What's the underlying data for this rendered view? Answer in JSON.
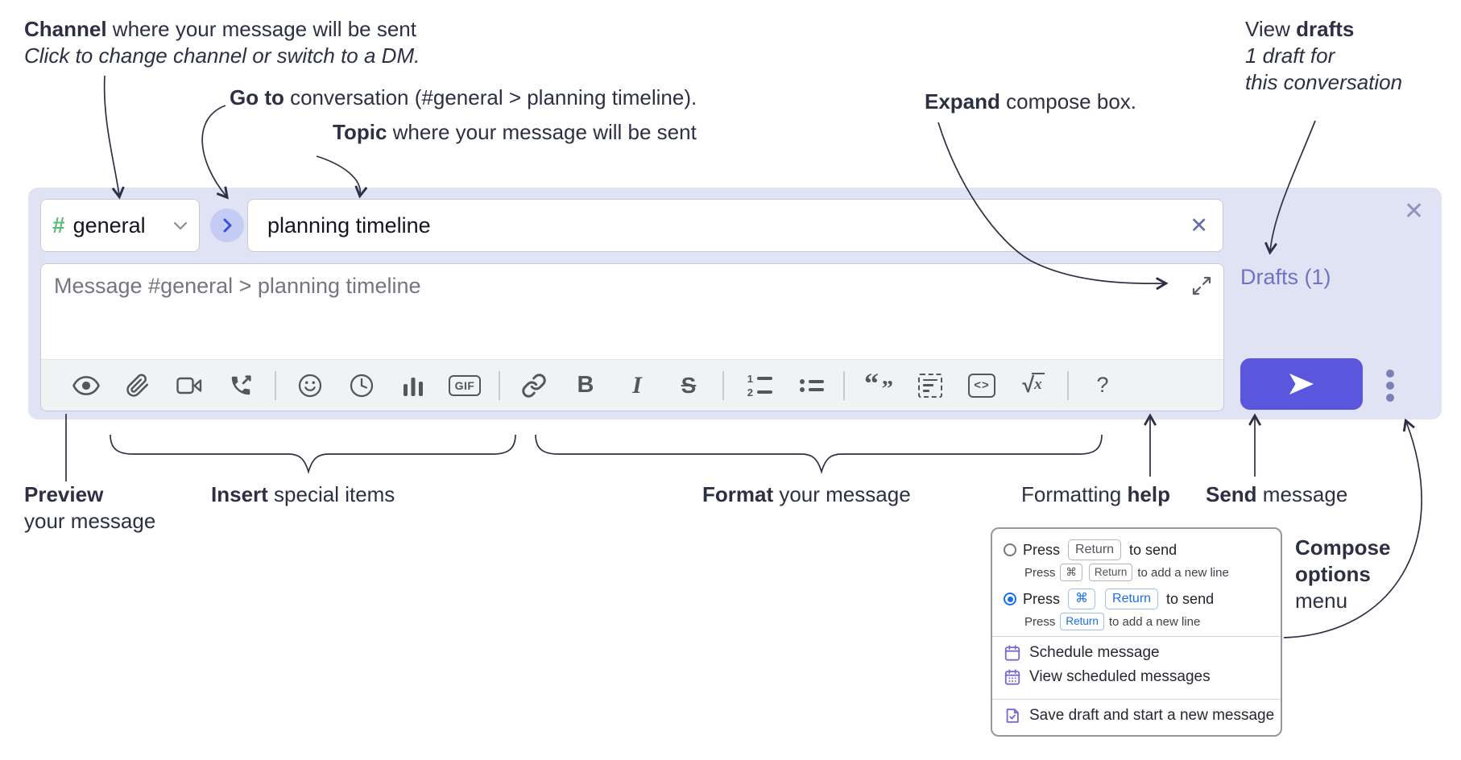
{
  "annotations": {
    "channel": {
      "bold": "Channel",
      "rest": " where your message will be sent",
      "line2": "Click to change channel or switch to a DM."
    },
    "goto": {
      "bold": "Go to",
      "rest": " conversation (#general > planning timeline)."
    },
    "topic": {
      "bold": "Topic",
      "rest": " where your message will be sent"
    },
    "expand": {
      "bold": "Expand",
      "rest": " compose box."
    },
    "view_drafts": {
      "pre": "View ",
      "bold": "drafts",
      "line2": "1 draft for",
      "line3": "this conversation"
    },
    "preview": {
      "bold": "Preview",
      "line2": "your message"
    },
    "insert": {
      "bold": "Insert",
      "rest": " special items"
    },
    "format": {
      "bold": "Format",
      "rest": " your message"
    },
    "formatting_help": {
      "pre": "Formatting ",
      "bold": "help"
    },
    "send": {
      "bold": "Send",
      "rest": " message"
    },
    "compose_options": {
      "line1": "Compose",
      "line2": "options",
      "line3": "menu"
    }
  },
  "compose": {
    "channel_selector": {
      "hash": "#",
      "name": "general"
    },
    "topic_input": {
      "value": "planning timeline"
    },
    "message_input": {
      "placeholder": "Message #general > planning timeline"
    },
    "drafts_link": "Drafts (1)",
    "close_glyph": "✕",
    "clear_topic_glyph": "✕",
    "toolbar": {
      "icons": [
        "preview-eye",
        "attach-paperclip",
        "video-call",
        "audio-call",
        "emoji",
        "time",
        "poll",
        "gif",
        "link",
        "bold",
        "italic",
        "strikethrough",
        "numbered-list",
        "bulleted-list",
        "quote",
        "spoiler",
        "code",
        "math",
        "help"
      ],
      "glyphs": {
        "gif": "GIF",
        "bold": "B",
        "italic": "I",
        "strike": "S",
        "quote_open": "“",
        "quote_close": "”",
        "code": "<>",
        "sqrt": "√",
        "math_x": "x",
        "help": "?",
        "ol_1": "1",
        "ol_2": "2"
      }
    }
  },
  "options_menu": {
    "enter_sends": {
      "selected": false,
      "title_pre": "Press",
      "title_kbd": "Return",
      "title_post": "to send",
      "sub_pre": "Press",
      "sub_kbd1": "⌘",
      "sub_kbd2": "Return",
      "sub_post": "to add a new line"
    },
    "cmd_enter_sends": {
      "selected": true,
      "title_pre": "Press",
      "title_kbd1": "⌘",
      "title_kbd2": "Return",
      "title_post": "to send",
      "sub_pre": "Press",
      "sub_kbd": "Return",
      "sub_post": "to add a new line"
    },
    "items": [
      {
        "icon": "calendar-icon",
        "label": "Schedule message"
      },
      {
        "icon": "calendar-grid-icon",
        "label": "View scheduled messages"
      },
      {
        "icon": "save-draft-icon",
        "label": "Save draft and start a new message"
      }
    ]
  },
  "colors": {
    "panel_bg": "#e0e3f4",
    "send_button": "#5a57dd",
    "drafts_link": "#6e74c3",
    "hash_green": "#5eb87c",
    "goto_blue": "#3b50d6",
    "radio_blue": "#1a6fe8",
    "menu_icon_purple": "#7b68ce",
    "annotation_text": "#2c3044"
  }
}
